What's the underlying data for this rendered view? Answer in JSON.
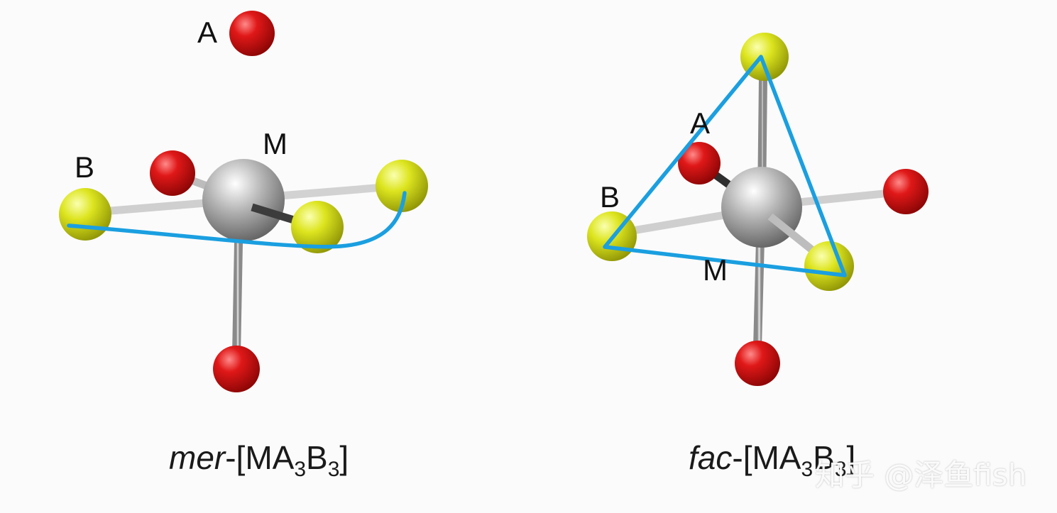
{
  "colors": {
    "ligand_a": "#d41313",
    "ligand_b": "#dbe31c",
    "metal": "#a9a9a9",
    "bond": "#bdbdbd",
    "highlight": "#1a9fe0"
  },
  "structures": [
    {
      "id": "mer",
      "labels": {
        "a": "A",
        "b": "B",
        "m": "M"
      },
      "caption": {
        "prefix": "mer",
        "formula_open": "-[MA",
        "sub_a": "3",
        "mid": "B",
        "sub_b": "3",
        "close": "]"
      }
    },
    {
      "id": "fac",
      "labels": {
        "a": "A",
        "b": "B",
        "m": "M"
      },
      "caption": {
        "prefix": "fac",
        "formula_open": "-[MA",
        "sub_a": "3",
        "mid": "B",
        "sub_b": "3",
        "close": "]"
      }
    }
  ],
  "watermark": "知乎 @泽鱼fish"
}
